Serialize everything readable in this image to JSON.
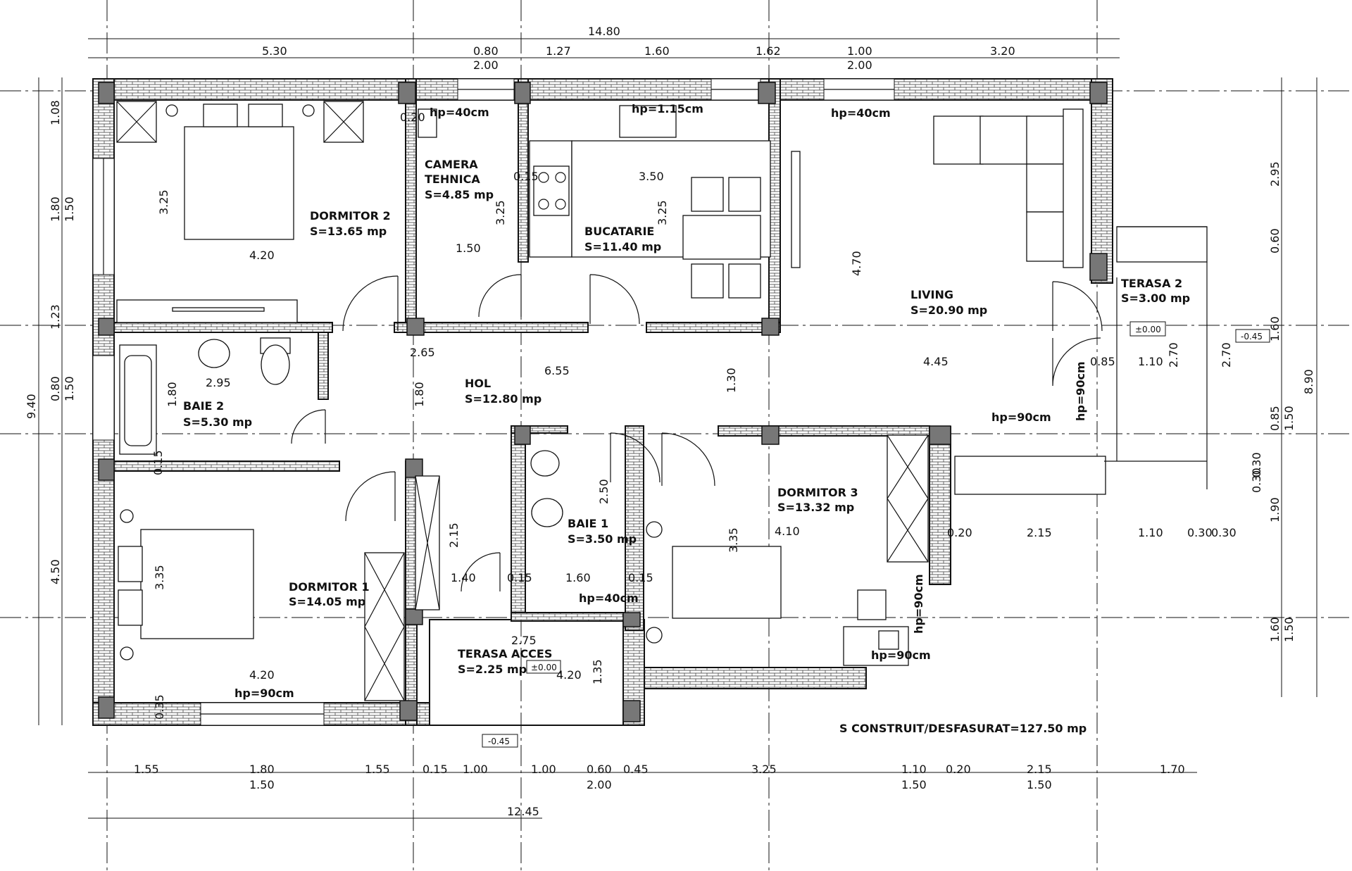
{
  "rooms": {
    "dormitor2": {
      "name": "DORMITOR 2",
      "area": "S=13.65 mp"
    },
    "camera": {
      "name1": "CAMERA",
      "name2": "TEHNICA",
      "area": "S=4.85 mp"
    },
    "bucatarie": {
      "name": "BUCATARIE",
      "area": "S=11.40 mp"
    },
    "living": {
      "name": "LIVING",
      "area": "S=20.90 mp"
    },
    "terasa2": {
      "name": "TERASA  2",
      "area": "S=3.00 mp"
    },
    "baie2": {
      "name": "BAIE 2",
      "area": "S=5.30 mp"
    },
    "hol": {
      "name": "HOL",
      "area": "S=12.80 mp"
    },
    "baie1": {
      "name": "BAIE 1",
      "area": "S=3.50 mp"
    },
    "dormitor3": {
      "name": "DORMITOR 3",
      "area": "S=13.32 mp"
    },
    "dormitor1": {
      "name": "DORMITOR 1",
      "area": "S=14.05 mp"
    },
    "terasa_acces": {
      "name": "TERASA ACCES",
      "area": "S=2.25 mp"
    }
  },
  "summary": "S CONSTRUIT/DESFASURAT=127.50 mp",
  "levels": {
    "l1": "±0.00",
    "l2": "-0.45",
    "l3": "±0.00",
    "l4": "-0.45"
  },
  "sill_heights": {
    "h1": "hp=40cm",
    "h2": "hp=1.15cm",
    "h3": "hp=40cm",
    "h4": "hp=90cm",
    "h5": "hp=90cm",
    "h6": "hp=40cm",
    "h7": "hp=90cm",
    "h8": "hp=90cm",
    "h9": "hp=90cm"
  },
  "dims_top": {
    "overall": "14.80",
    "d1": "5.30",
    "d2": "0.80",
    "d3": "1.27",
    "d4": "1.60",
    "d5": "1.62",
    "d6": "1.00",
    "d7": "3.20",
    "w1": "2.00",
    "w2": "2.00"
  },
  "dims_bottom": {
    "overall": "12.45",
    "d1": "1.55",
    "d2": "1.80",
    "d3": "1.55",
    "d4": "0.15",
    "d5": "1.00",
    "d6": "1.00",
    "d7": "0.60",
    "d8": "0.45",
    "d9": "3.25",
    "d10": "1.10",
    "d11": "0.20",
    "d12": "2.15",
    "d13": "1.70",
    "w1": "1.50",
    "w2": "2.00",
    "w3": "1.50",
    "w4": "1.50"
  },
  "dims_left": {
    "overall": "9.40",
    "d1": "1.08",
    "d2": "1.80",
    "d2b": "1.50",
    "d3": "1.23",
    "d4": "0.80",
    "d4b": "1.50",
    "d5": "4.50"
  },
  "dims_right": {
    "overall": "8.90",
    "d1": "2.95",
    "d2": "0.60",
    "d3": "1.60",
    "d4": "2.70",
    "d5": "0.85",
    "d5b": "1.50",
    "d6": "0.30",
    "d6b": "0.30",
    "d7": "1.90",
    "d8": "1.60",
    "d8b": "1.50"
  },
  "dims_interior": {
    "a1": "3.25",
    "a2": "4.20",
    "a3": "0.20",
    "a4": "1.50",
    "a5": "3.25",
    "a6": "0.15",
    "a7": "3.50",
    "a8": "3.25",
    "a9": "4.70",
    "a10": "4.45",
    "a11": "0.85",
    "a12": "1.10",
    "a13": "2.70",
    "a14": "2.65",
    "a15": "6.55",
    "a16": "1.30",
    "a17": "1.80",
    "a18": "2.95",
    "a19": "1.80",
    "a20": "0.15",
    "a21": "2.15",
    "a22": "1.40",
    "a23": "0.15",
    "a24": "1.60",
    "a25": "0.15",
    "a26": "2.50",
    "a27": "3.35",
    "a28": "4.10",
    "a29": "3.35",
    "a30": "4.20",
    "a31": "0.35",
    "a32": "2.75",
    "a33": "4.20",
    "a34": "1.35",
    "a35": "0.20",
    "a36": "2.15",
    "a37": "1.10",
    "a38": "0.30",
    "a39": "0.30"
  }
}
